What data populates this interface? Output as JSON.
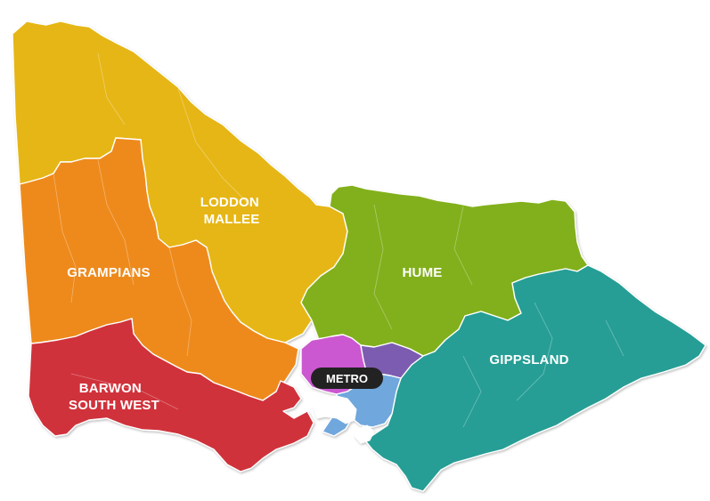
{
  "map": {
    "regions": [
      {
        "key": "loddon_mallee",
        "lines": [
          "LODDON",
          "MALLEE"
        ],
        "color": "#E6B618"
      },
      {
        "key": "grampians",
        "lines": [
          "GRAMPIANS"
        ],
        "color": "#EE8A1B"
      },
      {
        "key": "barwon_south_west",
        "lines": [
          "BARWON",
          "SOUTH WEST"
        ],
        "color": "#D0333B"
      },
      {
        "key": "hume",
        "lines": [
          "HUME"
        ],
        "color": "#82B01A"
      },
      {
        "key": "gippsland",
        "lines": [
          "GIPPSLAND"
        ],
        "color": "#269E95"
      },
      {
        "key": "metro",
        "lines": [
          "METRO"
        ],
        "color": "#CB58D0"
      }
    ],
    "metro_colors": {
      "west": "#CB58D0",
      "east": "#7B5BB0",
      "south": "#6FA7DC"
    },
    "metro_pill_color": "#222222",
    "border_color": "#ffffff"
  }
}
